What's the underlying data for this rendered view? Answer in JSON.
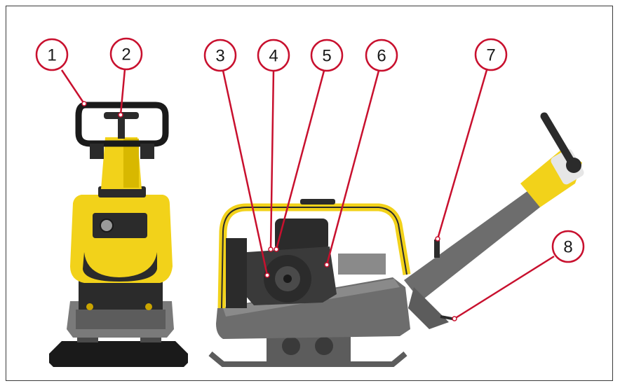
{
  "colors": {
    "frame": "#3a3a3a",
    "callout_ring": "#c8102e",
    "leader_line": "#c8102e",
    "machine_yellow": "#f2d21a",
    "machine_dark": "#2b2b2b",
    "machine_grey": "#6d6d6d",
    "plate_black": "#1a1a1a"
  },
  "callouts": [
    {
      "label": "1"
    },
    {
      "label": "2"
    },
    {
      "label": "3"
    },
    {
      "label": "4"
    },
    {
      "label": "5"
    },
    {
      "label": "6"
    },
    {
      "label": "7"
    },
    {
      "label": "8"
    }
  ]
}
